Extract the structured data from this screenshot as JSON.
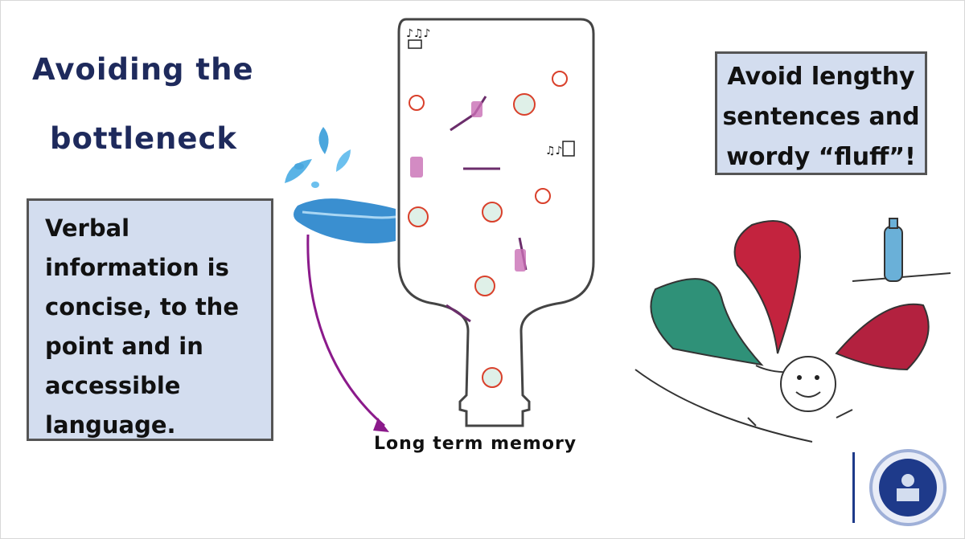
{
  "slide": {
    "title_lines": [
      "Avoiding the",
      "bottleneck"
    ],
    "left_box_lines": [
      "Verbal",
      "information is",
      "concise, to the",
      "point and in",
      "accessible",
      "language."
    ],
    "right_box_lines": [
      "Avoid lengthy",
      "sentences and",
      "wordy “fluff”!"
    ],
    "bottle_caption": "Long term memory"
  },
  "colors": {
    "title": "#1e2a5c",
    "box_fill": "#d3ddef",
    "box_border": "#555555",
    "arrow": "#8b1a8b",
    "water": "#3a8fd0",
    "logo": "#1e3a8a"
  },
  "icons": [
    "water-splash-icon",
    "hand-icon",
    "bottle-icon",
    "arrow-icon",
    "speech-bubbles-illustration",
    "logo-icon"
  ]
}
